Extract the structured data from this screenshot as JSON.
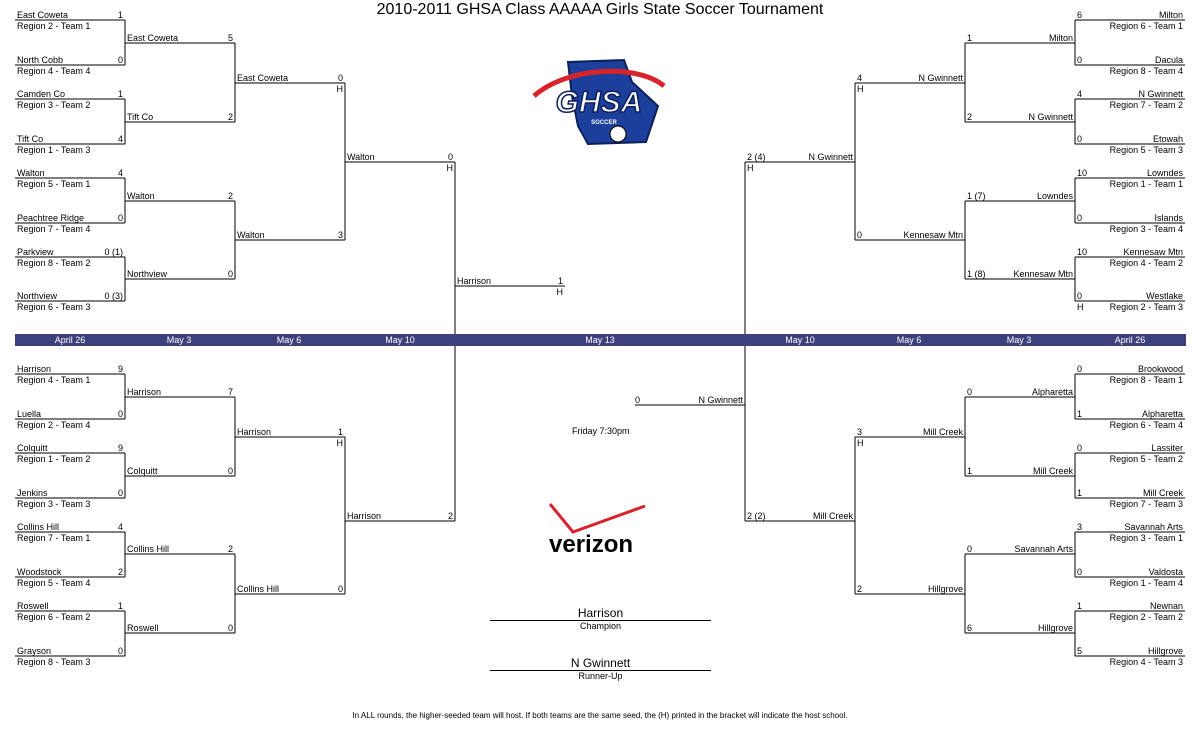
{
  "title": "2010-2011 GHSA Class AAAAA Girls State Soccer Tournament",
  "date_bar": [
    "April 26",
    "May 3",
    "May 6",
    "May 10",
    "May 13",
    "May 10",
    "May 6",
    "May 3",
    "April 26"
  ],
  "host_marker": "H",
  "logo_ghsa": {
    "text": "GHSA",
    "subtext": "SOCCER"
  },
  "logo_verizon": {
    "text": "verizon"
  },
  "kickoff": "Friday 7:30pm",
  "champion": {
    "name": "Harrison",
    "label": "Champion"
  },
  "runner_up": {
    "name": "N Gwinnett",
    "label": "Runner-Up"
  },
  "footer": "In ALL rounds, the higher-seeded team will host.  If both teams are the same seed, the (H) printed in the bracket will indicate the host school.",
  "left_top_r1": [
    {
      "name": "East Coweta",
      "seed": "Region 2 - Team 1",
      "score": "1"
    },
    {
      "name": "North Cobb",
      "seed": "Region 4 - Team 4",
      "score": "0"
    },
    {
      "name": "Camden Co",
      "seed": "Region 3 - Team 2",
      "score": "1"
    },
    {
      "name": "Tift Co",
      "seed": "Region 1 - Team 3",
      "score": "4"
    },
    {
      "name": "Walton",
      "seed": "Region 5 - Team 1",
      "score": "4"
    },
    {
      "name": "Peachtree Ridge",
      "seed": "Region 7 - Team 4",
      "score": "0"
    },
    {
      "name": "Parkview",
      "seed": "Region 8 - Team 2",
      "score": "0 (1)"
    },
    {
      "name": "Northview",
      "seed": "Region 6 - Team 3",
      "score": "0 (3)"
    }
  ],
  "left_top_r2": [
    {
      "name": "East Coweta",
      "score": "5"
    },
    {
      "name": "Tift Co",
      "score": "2"
    },
    {
      "name": "Walton",
      "score": "2"
    },
    {
      "name": "Northview",
      "score": "0"
    }
  ],
  "left_top_r3": [
    {
      "name": "East Coweta",
      "score": "0",
      "host": true
    },
    {
      "name": "Walton",
      "score": "3",
      "host": false
    }
  ],
  "left_top_r4": [
    {
      "name": "Walton",
      "score": "0",
      "host": true
    }
  ],
  "left_semi_winner": {
    "name": "Harrison",
    "score": "1",
    "host": true
  },
  "left_bot_r1": [
    {
      "name": "Harrison",
      "seed": "Region 4 - Team 1",
      "score": "9"
    },
    {
      "name": "Luella",
      "seed": "Region 2 - Team 4",
      "score": "0"
    },
    {
      "name": "Colquitt",
      "seed": "Region 1 - Team 2",
      "score": "9"
    },
    {
      "name": "Jenkins",
      "seed": "Region 3 - Team 3",
      "score": "0"
    },
    {
      "name": "Collins Hill",
      "seed": "Region 7 - Team 1",
      "score": "4"
    },
    {
      "name": "Woodstock",
      "seed": "Region 5 - Team 4",
      "score": "2"
    },
    {
      "name": "Roswell",
      "seed": "Region 6 - Team 2",
      "score": "1"
    },
    {
      "name": "Grayson",
      "seed": "Region 8 - Team 3",
      "score": "0"
    }
  ],
  "left_bot_r2": [
    {
      "name": "Harrison",
      "score": "7"
    },
    {
      "name": "Colquitt",
      "score": "0"
    },
    {
      "name": "Collins Hill",
      "score": "2"
    },
    {
      "name": "Roswell",
      "score": "0"
    }
  ],
  "left_bot_r3": [
    {
      "name": "Harrison",
      "score": "1",
      "host": true
    },
    {
      "name": "Collins Hill",
      "score": "0",
      "host": false
    }
  ],
  "left_bot_r4": [
    {
      "name": "Harrison",
      "score": "2",
      "host": false
    }
  ],
  "right_top_r1": [
    {
      "name": "Milton",
      "seed": "Region 6 - Team 1",
      "score": "6"
    },
    {
      "name": "Dacula",
      "seed": "Region 8 - Team 4",
      "score": "0"
    },
    {
      "name": "N Gwinnett",
      "seed": "Region 7 - Team 2",
      "score": "4"
    },
    {
      "name": "Etowah",
      "seed": "Region 5 - Team 3",
      "score": "0"
    },
    {
      "name": "Lowndes",
      "seed": "Region 1 - Team 1",
      "score": "10"
    },
    {
      "name": "Islands",
      "seed": "Region 3 - Team 4",
      "score": "0"
    },
    {
      "name": "Kennesaw Mtn",
      "seed": "Region 4 - Team 2",
      "score": "10"
    },
    {
      "name": "Westlake",
      "seed": "Region 2 - Team 3",
      "score": "0",
      "host": true
    }
  ],
  "right_top_r2": [
    {
      "name": "Milton",
      "score": "1"
    },
    {
      "name": "N Gwinnett",
      "score": "2"
    },
    {
      "name": "Lowndes",
      "score": "1 (7)"
    },
    {
      "name": "Kennesaw Mtn",
      "score": "1 (8)"
    }
  ],
  "right_top_r3": [
    {
      "name": "N Gwinnett",
      "score": "4",
      "host": true
    },
    {
      "name": "Kennesaw Mtn",
      "score": "0",
      "host": false
    }
  ],
  "right_top_r4": [
    {
      "name": "N Gwinnett",
      "score": "2 (4)",
      "host": true
    }
  ],
  "right_semi_winner": {
    "name": "N Gwinnett",
    "score": "0"
  },
  "right_bot_r1": [
    {
      "name": "Brookwood",
      "seed": "Region 8 - Team 1",
      "score": "0"
    },
    {
      "name": "Alpharetta",
      "seed": "Region 6 - Team 4",
      "score": "1"
    },
    {
      "name": "Lassiter",
      "seed": "Region 5 - Team 2",
      "score": "0"
    },
    {
      "name": "Mill Creek",
      "seed": "Region 7 - Team 3",
      "score": "1"
    },
    {
      "name": "Savannah Arts",
      "seed": "Region 3 - Team 1",
      "score": "3"
    },
    {
      "name": "Valdosta",
      "seed": "Region 1 - Team 4",
      "score": "0"
    },
    {
      "name": "Newnan",
      "seed": "Region 2 - Team 2",
      "score": "1"
    },
    {
      "name": "Hillgrove",
      "seed": "Region 4 - Team 3",
      "score": "5"
    }
  ],
  "right_bot_r2": [
    {
      "name": "Alpharetta",
      "score": "0"
    },
    {
      "name": "Mill Creek",
      "score": "1"
    },
    {
      "name": "Savannah Arts",
      "score": "0"
    },
    {
      "name": "Hillgrove",
      "score": "6"
    }
  ],
  "right_bot_r3": [
    {
      "name": "Mill Creek",
      "score": "3",
      "host": true
    },
    {
      "name": "Hillgrove",
      "score": "2",
      "host": false
    }
  ],
  "right_bot_r4": [
    {
      "name": "Mill Creek",
      "score": "2 (2)",
      "host": false
    }
  ]
}
